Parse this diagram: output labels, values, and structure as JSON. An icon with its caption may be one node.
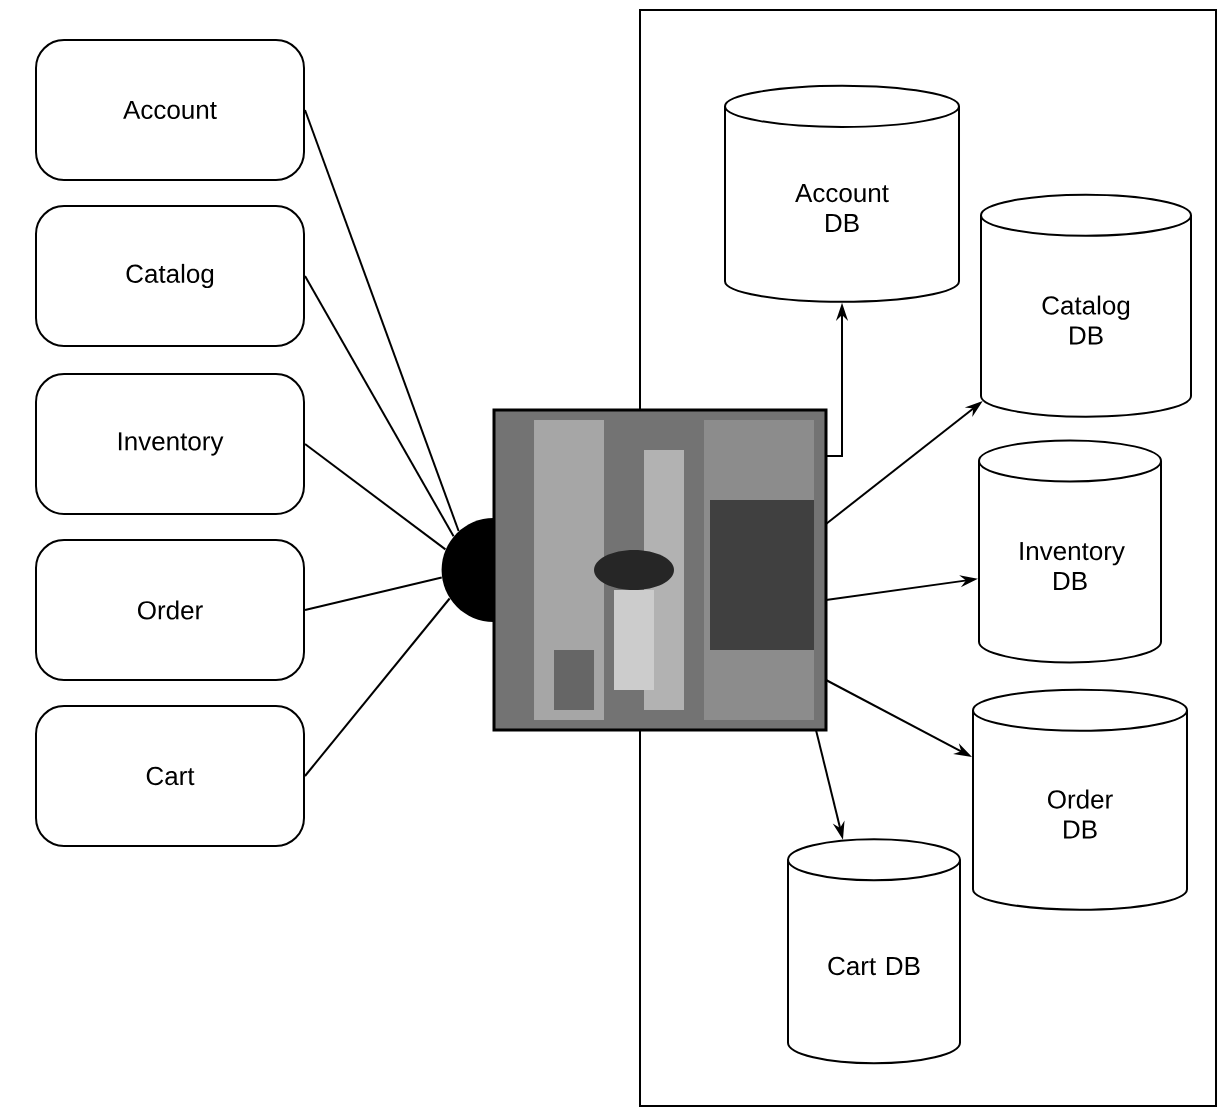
{
  "diagram": {
    "nodes": [
      {
        "text": [
          "Account"
        ]
      },
      {
        "text": [
          "Catalog"
        ]
      },
      {
        "text": [
          "Inventory"
        ]
      },
      {
        "text": [
          "Order"
        ]
      },
      {
        "text": [
          "Cart"
        ]
      },
      {
        "text": [],
        "shape": "circle"
      },
      {
        "text": [],
        "shape": "picture"
      },
      {
        "text": [],
        "shape": "box"
      },
      {
        "text": [
          "Account DB"
        ],
        "in": 7
      },
      {
        "text": [
          "Catalog DB"
        ],
        "in": 7
      },
      {
        "text": [
          "Inventory DB"
        ],
        "in": 7
      },
      {
        "text": [
          "Order DB"
        ],
        "in": 7
      },
      {
        "text": [
          "Cart DB"
        ],
        "in": 7
      }
    ],
    "edges": [
      {
        "from": 0,
        "to": 5,
        "arrow": "none"
      },
      {
        "from": 1,
        "to": 5,
        "arrow": "none"
      },
      {
        "from": 2,
        "to": 5,
        "arrow": "none"
      },
      {
        "from": 3,
        "to": 5,
        "arrow": "none"
      },
      {
        "from": 4,
        "to": 5,
        "arrow": "none"
      },
      {
        "from": 6,
        "to": 8,
        "arrow": "to"
      },
      {
        "from": 6,
        "to": 9,
        "arrow": "to"
      },
      {
        "from": 6,
        "to": 10,
        "arrow": "to"
      },
      {
        "from": 6,
        "to": 11,
        "arrow": "to"
      },
      {
        "from": 6,
        "to": 12,
        "arrow": "to"
      }
    ]
  }
}
